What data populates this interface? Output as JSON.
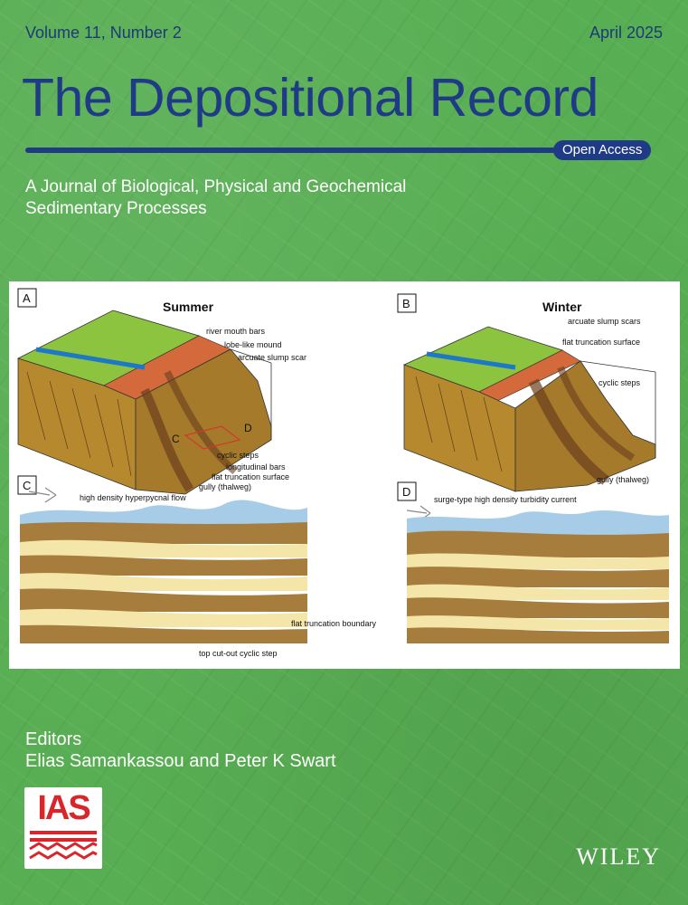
{
  "header": {
    "volume": "Volume 11, Number 2",
    "date": "April 2025",
    "title": "The Depositional Record",
    "badge": "Open Access",
    "subtitle": "A Journal of Biological, Physical and Geochemical Sedimentary Processes"
  },
  "figure": {
    "panels": [
      "A",
      "B",
      "C",
      "D"
    ],
    "panel_a": {
      "title": "Summer",
      "labels": [
        "river mouth bars",
        "lobe-like mound",
        "arcuate slump scar",
        "cyclic steps",
        "longitudinal bars",
        "flat truncation surface",
        "gully (thalweg)"
      ],
      "inset_c": "C",
      "inset_d": "D"
    },
    "panel_b": {
      "title": "Winter",
      "labels": [
        "arcuate slump scars",
        "flat truncation surface",
        "cyclic steps",
        "gully (thalweg)"
      ]
    },
    "panel_c": {
      "labels": [
        "high density hyperpycnal flow",
        "flat truncation boundary",
        "top cut-out cyclic step"
      ]
    },
    "panel_d": {
      "labels": [
        "surge-type high density turbidity current"
      ]
    }
  },
  "editors": {
    "heading": "Editors",
    "names": "Elias Samankassou and Peter K Swart"
  },
  "logo": {
    "text": "IAS"
  },
  "publisher": "WILEY",
  "colors": {
    "background": "#58ae53",
    "title": "#1f3b85",
    "logo_red": "#d9262b"
  }
}
